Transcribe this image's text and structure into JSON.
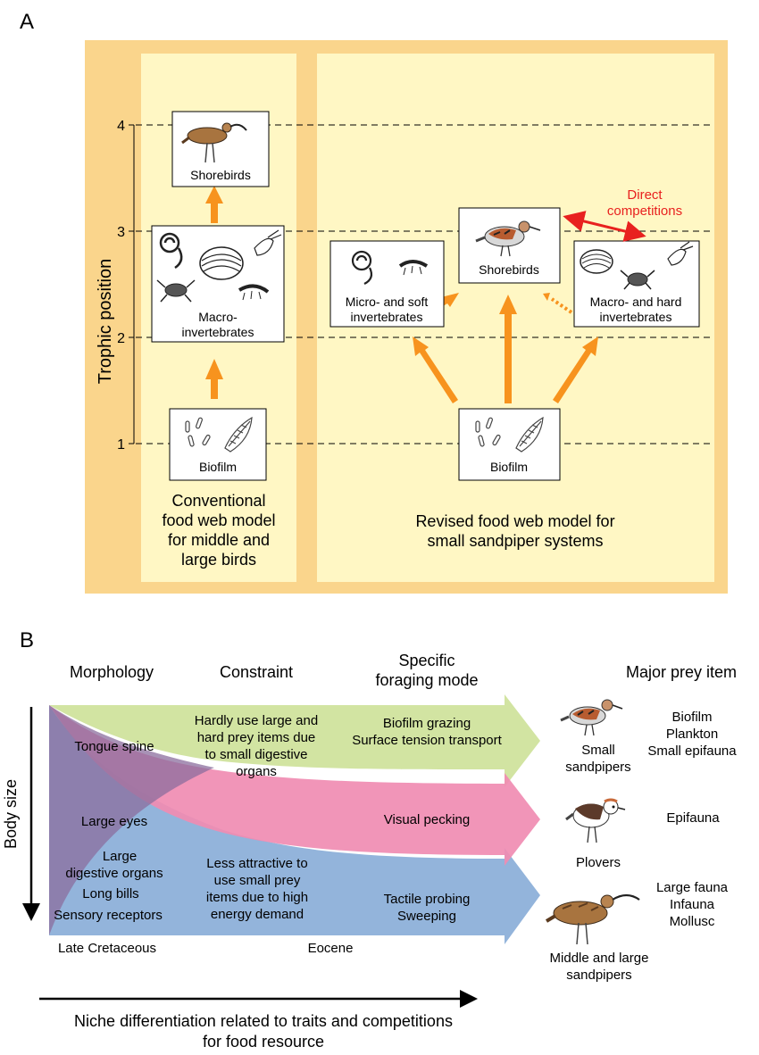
{
  "panel_a": {
    "label": "A",
    "y_axis_label": "Trophic position",
    "ticks": [
      "1",
      "2",
      "3",
      "4"
    ],
    "conventional": {
      "shorebirds": "Shorebirds",
      "macro_line1": "Macro-",
      "macro_line2": "invertebrates",
      "biofilm": "Biofilm",
      "caption": [
        "Conventional",
        "food web model",
        "for middle and",
        "large birds"
      ]
    },
    "revised": {
      "shorebirds": "Shorebirds",
      "micro_line1": "Micro- and soft",
      "micro_line2": "invertebrates",
      "macro_line1": "Macro- and hard",
      "macro_line2": "invertebrates",
      "biofilm": "Biofilm",
      "competition_line1": "Direct",
      "competition_line2": "competitions",
      "caption": [
        "Revised food web model for",
        "small sandpiper systems"
      ]
    }
  },
  "panel_b": {
    "label": "B",
    "headers": {
      "morphology": "Morphology",
      "constraint": "Constraint",
      "foraging_line1": "Specific",
      "foraging_line2": "foraging mode",
      "prey": "Major prey item"
    },
    "y_axis_label": "Body size",
    "traits": {
      "tongue_spine": "Tongue spine",
      "large_eyes": "Large eyes",
      "digestive_line1": "Large",
      "digestive_line2": "digestive organs",
      "long_bills": "Long bills",
      "sensory": "Sensory receptors"
    },
    "constraint_top": [
      "Hardly use large and",
      "hard prey items due",
      "to small digestive",
      "organs"
    ],
    "constraint_bottom": [
      "Less attractive to",
      "use small prey",
      "items due to high",
      "energy demand"
    ],
    "modes": {
      "green_line1": "Biofilm grazing",
      "green_line2": "Surface tension transport",
      "pink": "Visual pecking",
      "blue_line1": "Tactile probing",
      "blue_line2": "Sweeping"
    },
    "birds": {
      "small_line1": "Small",
      "small_line2": "sandpipers",
      "plovers": "Plovers",
      "large_line1": "Middle and large",
      "large_line2": "sandpipers"
    },
    "prey": {
      "small": [
        "Biofilm",
        "Plankton",
        "Small epifauna"
      ],
      "plovers": [
        "Epifauna"
      ],
      "large": [
        "Large fauna",
        "Infauna",
        "Mollusc"
      ]
    },
    "timeline": {
      "start": "Late Cretaceous",
      "mid": "Eocene"
    },
    "footer": [
      "Niche differentiation related to traits and competitions",
      "for food resource"
    ]
  },
  "colors": {
    "outer_panel": "#FAD58C",
    "inner_panel": "#FFF7C4",
    "arrow_orange": "#F7931E",
    "competition_red": "#E8211F",
    "band_green": "#D2E4A2",
    "band_pink": "#F08CB2",
    "band_blue": "#93B4DB",
    "band_purple": "#8B6E9E"
  }
}
